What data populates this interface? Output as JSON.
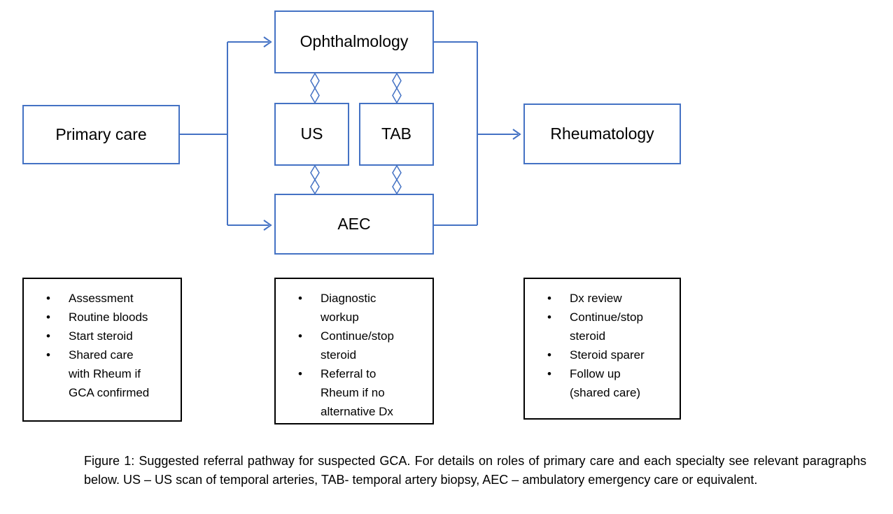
{
  "colors": {
    "box_border": "#4472C4",
    "arrow_color": "#4472C4",
    "list_border": "#000000",
    "text_color": "#000000",
    "bg_color": "#ffffff"
  },
  "flowchart": {
    "nodes": {
      "primary_care": "Primary care",
      "ophthalmology": "Ophthalmology",
      "us": "US",
      "tab": "TAB",
      "aec": "AEC",
      "rheumatology": "Rheumatology"
    }
  },
  "lists": {
    "primary_care": [
      "Assessment",
      "Routine bloods",
      "Start steroid",
      "Shared care with Rheum if GCA confirmed"
    ],
    "specialty": [
      "Diagnostic workup",
      "Continue/stop steroid",
      "Referral to Rheum if no alternative Dx"
    ],
    "rheumatology": [
      "Dx review",
      "Continue/stop steroid",
      "Steroid sparer",
      "Follow up (shared care)"
    ]
  },
  "caption": "Figure 1: Suggested referral pathway for suspected GCA. For details on roles of primary care and each specialty see relevant paragraphs below. US – US scan of temporal arteries, TAB- temporal artery biopsy, AEC – ambulatory emergency care or equivalent."
}
